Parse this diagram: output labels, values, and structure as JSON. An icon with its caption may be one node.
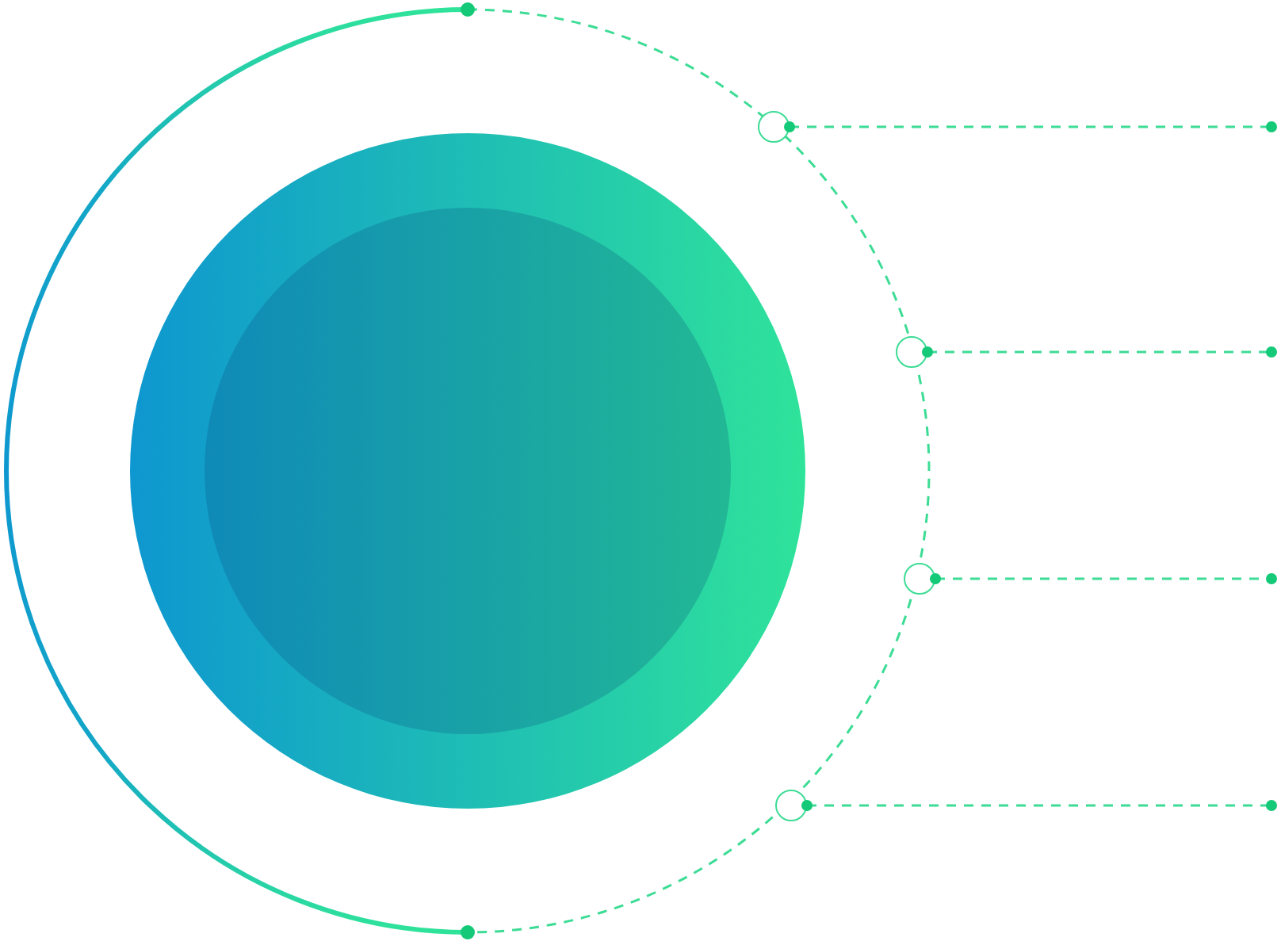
{
  "diagram": {
    "nodes": [
      {
        "text": [],
        "shape": "circle"
      },
      {
        "text": [],
        "shape": "circle"
      },
      {
        "text": [],
        "shape": "circle"
      },
      {
        "text": [],
        "shape": "circle"
      },
      {
        "text": [],
        "shape": "circle"
      }
    ],
    "edges": [
      {
        "from": 1,
        "to": null,
        "arrow": "other",
        "style": "dashed"
      },
      {
        "from": 2,
        "to": null,
        "arrow": "other",
        "style": "dashed"
      },
      {
        "from": 3,
        "to": null,
        "arrow": "other",
        "style": "dashed"
      },
      {
        "from": 4,
        "to": null,
        "arrow": "other",
        "style": "dashed"
      }
    ]
  }
}
